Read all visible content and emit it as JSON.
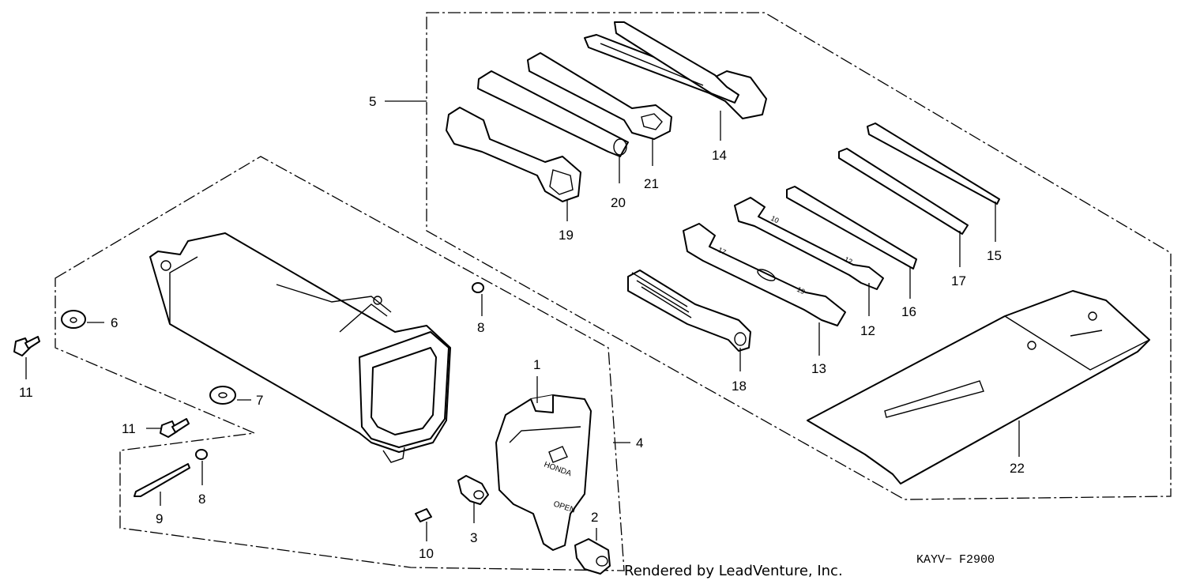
{
  "diagram": {
    "callouts": [
      "1",
      "2",
      "3",
      "4",
      "5",
      "6",
      "7",
      "8",
      "8",
      "9",
      "10",
      "11",
      "11",
      "12",
      "13",
      "14",
      "15",
      "16",
      "17",
      "18",
      "19",
      "20",
      "21",
      "22"
    ],
    "part_markings": {
      "cover_brand": "HONDA",
      "cover_open": "OPEN",
      "wrench_size_a": "17",
      "wrench_size_b": "19",
      "wrench_size_c": "10",
      "wrench_size_d": "12"
    }
  },
  "credit": "Rendered by LeadVenture, Inc.",
  "figure_code": "KAYV− F2900"
}
